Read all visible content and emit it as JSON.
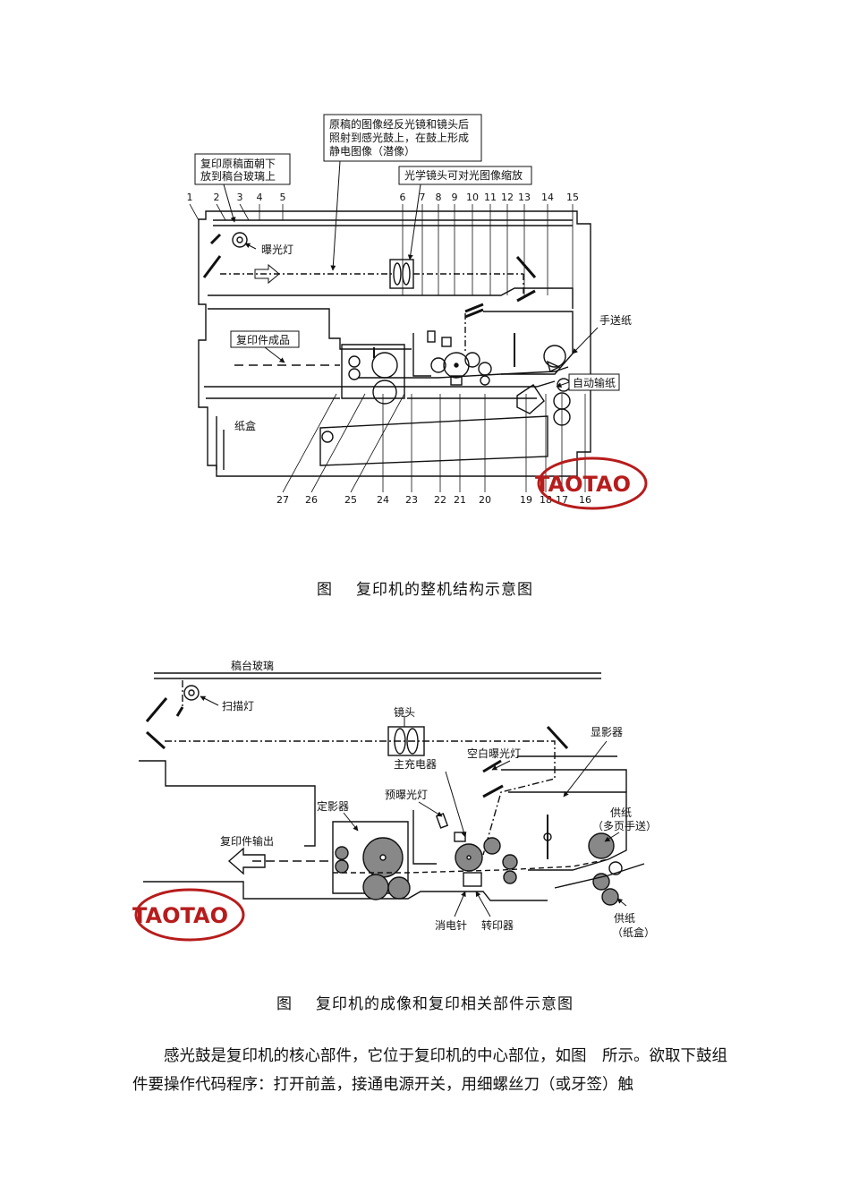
{
  "figure1": {
    "callouts": {
      "original": "复印原稿面朝下\n放到稿台玻璃上",
      "image": "原稿的图像经反光镜和镜头后\n照射到感光鼓上，在鼓上形成\n静电图像（潜像）",
      "lens": "光学镜头可对光图像缩放"
    },
    "labels": {
      "lamp": "曝光灯",
      "output": "复印件成品",
      "manual_feed": "手送纸",
      "auto_feed": "自动输纸",
      "tray": "纸盒"
    },
    "top_numbers": [
      "1",
      "2",
      "3",
      "4",
      "5",
      "6",
      "7",
      "8",
      "9",
      "10",
      "11",
      "12",
      "13",
      "14",
      "15"
    ],
    "bottom_numbers": [
      "27",
      "26",
      "25",
      "24",
      "23",
      "22",
      "21",
      "20",
      "19",
      "18",
      "17",
      "16"
    ],
    "watermark": "TAOTAO"
  },
  "caption1": {
    "label": "图",
    "text": "复印机的整机结构示意图"
  },
  "figure2": {
    "labels": {
      "glass": "稿台玻璃",
      "scan_lamp": "扫描灯",
      "lens": "镜头",
      "developer": "显影器",
      "blank_lamp": "空白曝光灯",
      "charger": "主充电器",
      "pre_lamp": "预曝光灯",
      "fuser": "定影器",
      "output": "复印件输出",
      "feed_manual_1": "供纸",
      "feed_manual_2": "（多页手送）",
      "discharge": "消电针",
      "transfer": "转印器",
      "feed_tray_1": "供纸",
      "feed_tray_2": "（纸盒）"
    },
    "watermark": "TAOTAO"
  },
  "caption2": {
    "label": "图",
    "text": "复印机的成像和复印相关部件示意图"
  },
  "paragraph": "感光鼓是复印机的核心部件，它位于复印机的中心部位，如图　所示。欲取下鼓组件要操作代码程序：打开前盖，接通电源开关，用细螺丝刀（或牙签）触"
}
